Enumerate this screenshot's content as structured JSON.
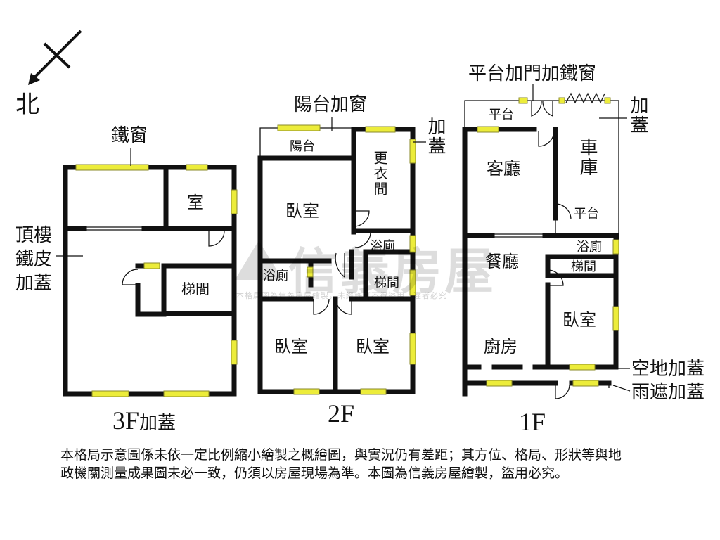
{
  "compass": {
    "north_label": "北"
  },
  "floors": {
    "f3": {
      "title": "3F",
      "title_suffix": "加蓋",
      "labels": {
        "iron_window": "鐵窗",
        "room": "室",
        "stair": "梯間",
        "rooftop_note": "頂樓\n鐵皮\n加蓋"
      }
    },
    "f2": {
      "title": "2F",
      "labels": {
        "balcony_note": "陽台加窗",
        "balcony": "陽台",
        "closet": "更衣間",
        "addition": "加蓋",
        "bedroom_main": "臥室",
        "bath_right": "浴廁",
        "bath_left": "浴廁",
        "stair": "梯間",
        "bedroom_left": "臥室",
        "bedroom_right": "臥室"
      }
    },
    "f1": {
      "title": "1F",
      "labels": {
        "platform_note": "平台加門加鐵窗",
        "addition": "加蓋",
        "platform_top": "平台",
        "living": "客廳",
        "garage": "車庫",
        "platform_garage": "平台",
        "dining": "餐廳",
        "bath": "浴廁",
        "stair": "梯間",
        "bedroom": "臥室",
        "kitchen": "廚房",
        "yard_note": "空地加蓋",
        "canopy_note": "雨遮加蓋"
      }
    }
  },
  "watermark": {
    "brand": "信義房屋",
    "notice": "本格局圖為信義房屋繪製，未經許可不得盜用，違者必究"
  },
  "disclaimer": "本格局示意圖係未依一定比例縮小繪製之概繪圖，與實況仍有差距；其方位、格局、形狀等與地政機關測量成果圖未必一致，仍須以房屋現場為準。本圖為信義房屋繪製，盜用必究。",
  "colors": {
    "wall": "#111111",
    "window": "#ecec3a",
    "window_border": "#8a8a2a"
  }
}
